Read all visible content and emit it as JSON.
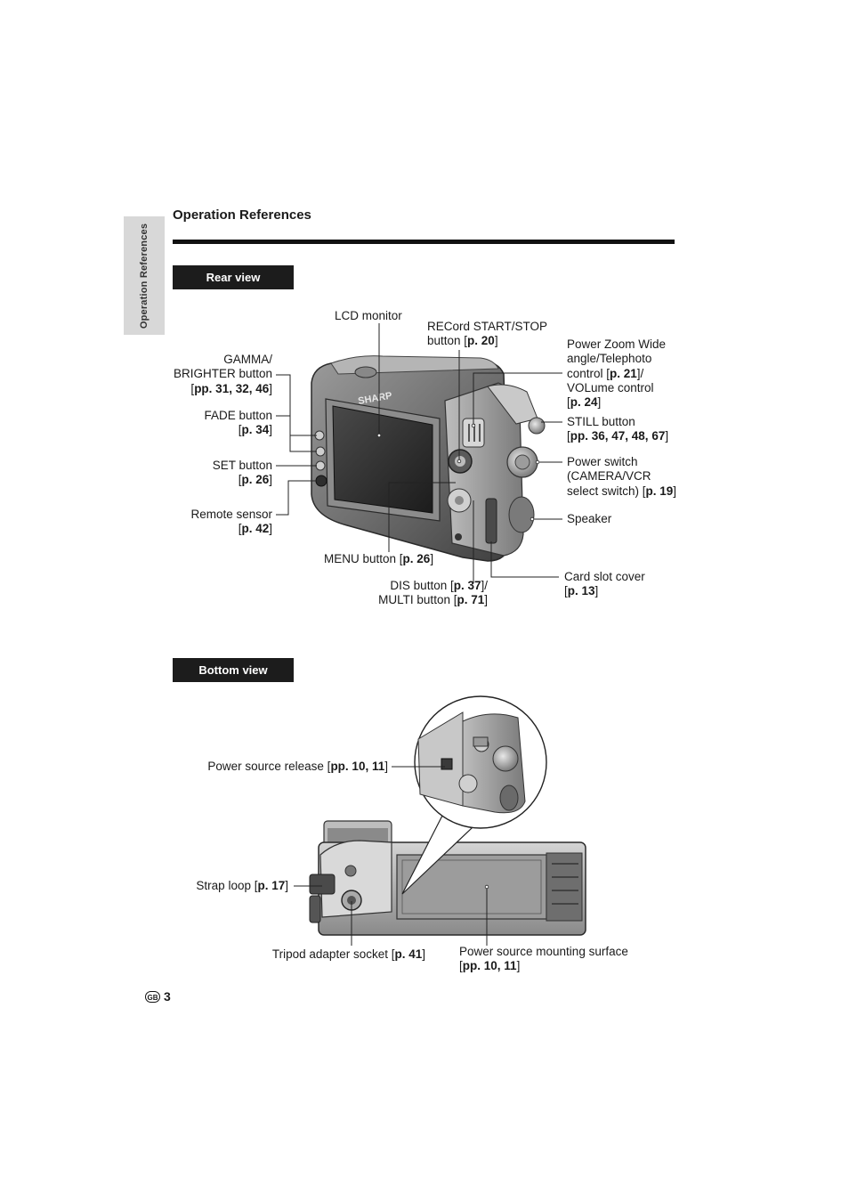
{
  "side_tab": "Operation References",
  "section_title": "Operation References",
  "rear_view": {
    "title": "Rear view",
    "brand": "SHARP",
    "labels": {
      "lcd": "LCD monitor",
      "rec_1": "RECord START/STOP",
      "rec_2": "button [",
      "rec_ref": "p. 20",
      "rec_end": "]",
      "gamma_1": "GAMMA/",
      "gamma_2": "BRIGHTER button",
      "gamma_ref": "pp. 31, 32, 46",
      "fade_1": "FADE button",
      "fade_ref": "p. 34",
      "set_1": "SET button",
      "set_ref": "p. 26",
      "remote_1": "Remote sensor",
      "remote_ref": "p. 42",
      "zoom_1": "Power Zoom Wide",
      "zoom_2": "angle/Telephoto",
      "zoom_3": "control [",
      "zoom_ref1": "p. 21",
      "zoom_3b": "]/",
      "zoom_4": "VOLume control",
      "zoom_ref2": "p. 24",
      "still_1": "STILL button",
      "still_ref": "pp. 36, 47, 48, 67",
      "power_1": "Power switch",
      "power_2": "(CAMERA/VCR",
      "power_3": "select switch) [",
      "power_ref": "p. 19",
      "speaker": "Speaker",
      "menu_1": "MENU button [",
      "menu_ref": "p. 26",
      "dis_1": "DIS button [",
      "dis_ref": "p. 37",
      "dis_1b": "]/",
      "multi_1": "MULTI button [",
      "multi_ref": "p. 71",
      "card_1": "Card slot cover",
      "card_ref": "p. 13"
    }
  },
  "bottom_view": {
    "title": "Bottom view",
    "labels": {
      "release_1": "Power source release [",
      "release_ref": "pp. 10, 11",
      "strap_1": "Strap loop [",
      "strap_ref": "p. 17",
      "tripod_1": "Tripod  adapter socket [",
      "tripod_ref": "p. 41",
      "mount_1": "Power source mounting surface",
      "mount_ref": "pp. 10, 11"
    }
  },
  "page": {
    "badge": "GB",
    "number": "3"
  }
}
